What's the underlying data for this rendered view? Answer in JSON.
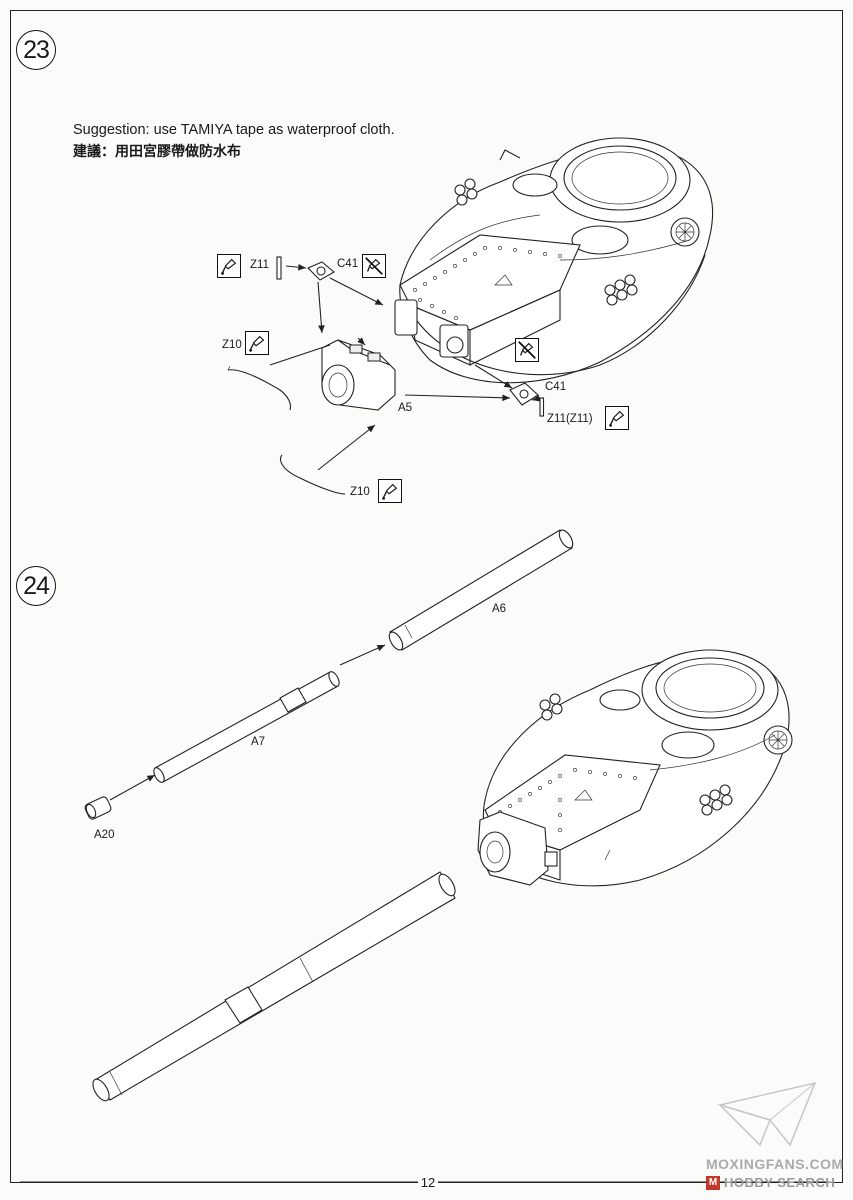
{
  "page_number": "12",
  "steps": [
    {
      "number": "23",
      "note_en": "Suggestion: use TAMIYA  tape as waterproof cloth.",
      "note_zh": "建議：用田宮膠帶做防水布",
      "parts": [
        "Z11",
        "C41",
        "Z10",
        "A5",
        "C41",
        "Z11(Z11)",
        "Z10"
      ],
      "icons": [
        "glue-icon",
        "no-glue-icon",
        "glue-icon",
        "no-glue-icon",
        "glue-icon",
        "glue-icon"
      ]
    },
    {
      "number": "24",
      "parts": [
        "A6",
        "A7",
        "A20"
      ]
    }
  ],
  "watermark": {
    "line1": "MOXINGFANS.COM",
    "badge": "M",
    "line2": "HOBBY SEARCH"
  }
}
